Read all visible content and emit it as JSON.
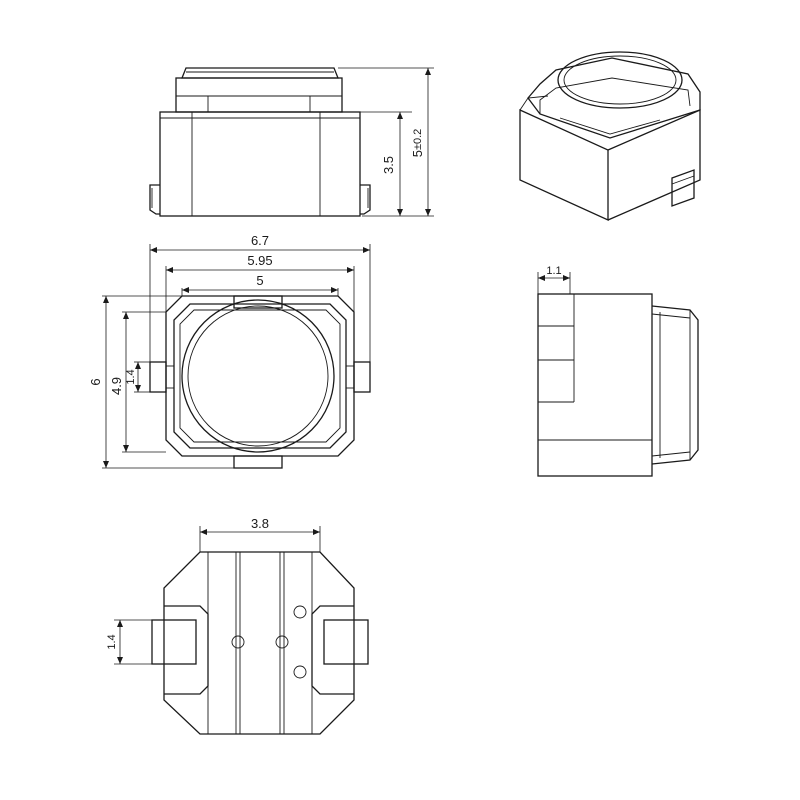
{
  "dimensions": {
    "front_body_height": "3.5",
    "front_total_height": "5",
    "front_total_height_sub": "±0.2",
    "top_width_outer": "6.7",
    "top_width_mid": "5.95",
    "top_width_inner": "5",
    "top_height_outer": "6",
    "top_height_inner": "4.9",
    "top_terminal_width": "1.4",
    "side_offset": "1.1",
    "bottom_width": "3.8",
    "bottom_terminal_width": "1.4"
  }
}
